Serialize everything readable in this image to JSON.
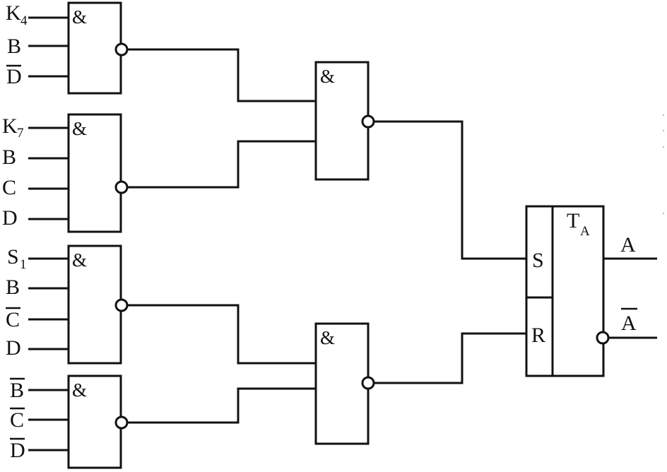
{
  "gate_symbol": "&",
  "gates": {
    "g1": {
      "inputs": [
        {
          "text": "K",
          "sub": "4",
          "bar": false
        },
        {
          "text": "B",
          "sub": "",
          "bar": false
        },
        {
          "text": "D",
          "sub": "",
          "bar": true
        }
      ]
    },
    "g2": {
      "inputs": [
        {
          "text": "K",
          "sub": "7",
          "bar": false
        },
        {
          "text": "B",
          "sub": "",
          "bar": false
        },
        {
          "text": "C",
          "sub": "",
          "bar": false
        },
        {
          "text": "D",
          "sub": "",
          "bar": false
        }
      ]
    },
    "g3": {
      "inputs": [
        {
          "text": "S",
          "sub": "1",
          "bar": false
        },
        {
          "text": "B",
          "sub": "",
          "bar": false
        },
        {
          "text": "C",
          "sub": "",
          "bar": true
        },
        {
          "text": "D",
          "sub": "",
          "bar": false
        }
      ]
    },
    "g4": {
      "inputs": [
        {
          "text": "B",
          "sub": "",
          "bar": true
        },
        {
          "text": "C",
          "sub": "",
          "bar": true
        },
        {
          "text": "D",
          "sub": "",
          "bar": true
        }
      ]
    }
  },
  "flipflop": {
    "name": "T",
    "name_sub": "A",
    "set_label": "S",
    "reset_label": "R",
    "out_q": "A",
    "out_qbar": "A"
  }
}
